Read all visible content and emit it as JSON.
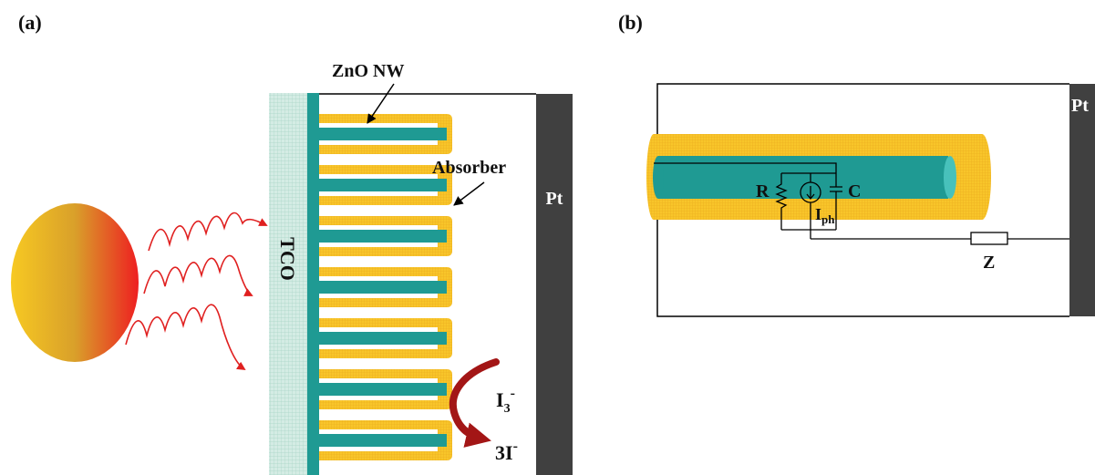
{
  "panel_a": {
    "label": "(a)",
    "nanowire_label": "ZnO NW",
    "absorber_label": "Absorber",
    "tco_label": "TCO",
    "electrode_label": "Pt",
    "reaction_top": {
      "base": "I",
      "sub": "3",
      "sup": "-"
    },
    "reaction_bottom": {
      "base": "3I",
      "sup": "-"
    }
  },
  "panel_b": {
    "label": "(b)",
    "electrode_label": "Pt",
    "resistor_label": "R",
    "capacitor_label": "C",
    "current_source_label": {
      "base": "I",
      "sub": "ph"
    },
    "impedance_label": "Z"
  },
  "colors": {
    "tco": "#cfe9e1",
    "zno": "#1f9a93",
    "absorber": "#f7c326",
    "absorber_mesh": "#e8a51a",
    "electrode": "#3f3f3f",
    "light_arrows": "#e02020",
    "reaction_arrow": "#a31616",
    "sun_left": "#f6c521",
    "sun_right": "#ec2323"
  }
}
